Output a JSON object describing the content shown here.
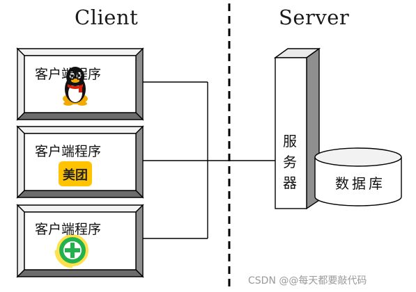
{
  "diagram": {
    "client_heading": "Client",
    "server_heading": "Server",
    "clients": [
      {
        "label": "客户端程序",
        "icon": "qq-penguin-icon"
      },
      {
        "label": "客户端程序",
        "icon": "meituan-logo",
        "logo_text": "美团"
      },
      {
        "label": "客户端程序",
        "icon": "360-plus-icon"
      }
    ],
    "server_label": "服务器",
    "server_chars": [
      "服",
      "务",
      "器"
    ],
    "database_label": "数据库",
    "colors": {
      "meituan_yellow": "#ffc300",
      "shield_green": "#22b14c",
      "qq_scarf": "#d81e06"
    }
  },
  "watermark": "CSDN @@每天都要敲代码"
}
